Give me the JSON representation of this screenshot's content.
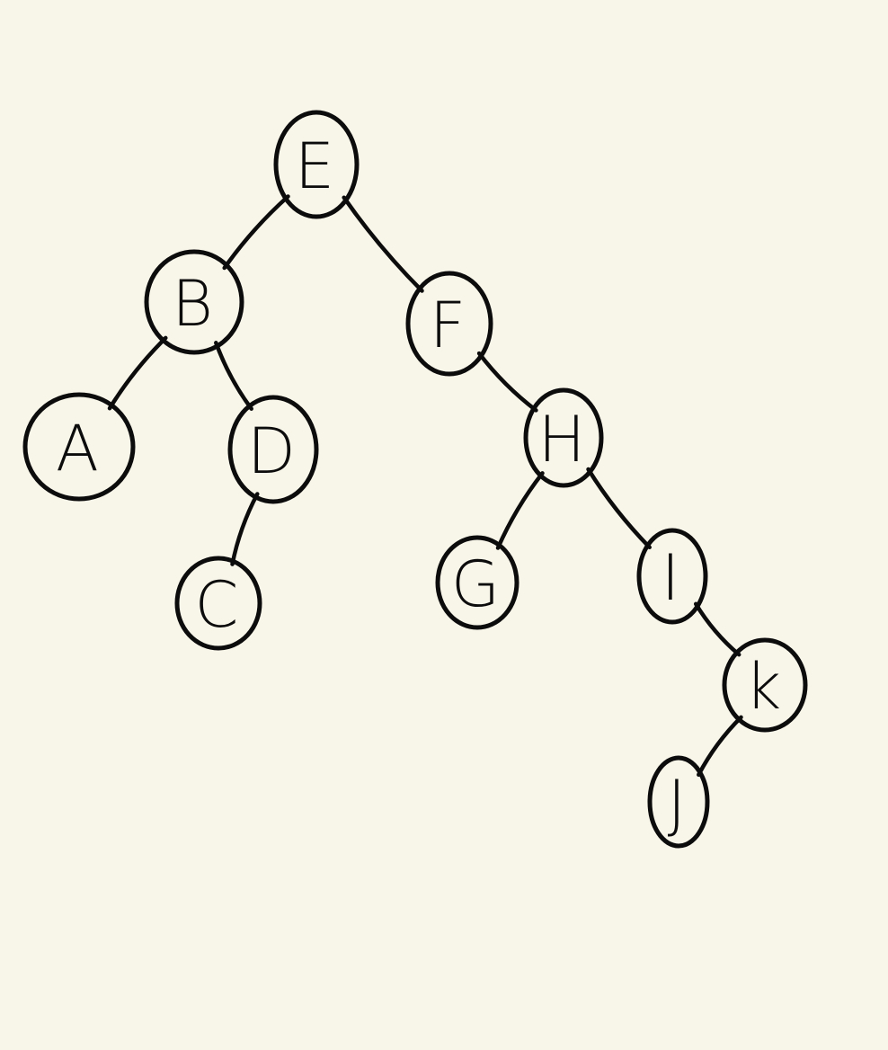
{
  "diagram": {
    "kind": "binary-tree",
    "colors": {
      "background": "#f8f5e9",
      "ink": "#0c0c0c"
    },
    "nodes": [
      {
        "id": "E",
        "label": "E"
      },
      {
        "id": "B",
        "label": "B"
      },
      {
        "id": "F",
        "label": "F"
      },
      {
        "id": "A",
        "label": "A"
      },
      {
        "id": "D",
        "label": "D"
      },
      {
        "id": "C",
        "label": "C"
      },
      {
        "id": "H",
        "label": "H"
      },
      {
        "id": "G",
        "label": "G"
      },
      {
        "id": "I",
        "label": "I"
      },
      {
        "id": "K",
        "label": "k"
      },
      {
        "id": "J",
        "label": "J"
      }
    ],
    "edges": [
      {
        "from": "E",
        "to": "B"
      },
      {
        "from": "E",
        "to": "F"
      },
      {
        "from": "B",
        "to": "A"
      },
      {
        "from": "B",
        "to": "D"
      },
      {
        "from": "D",
        "to": "C"
      },
      {
        "from": "F",
        "to": "H"
      },
      {
        "from": "H",
        "to": "G"
      },
      {
        "from": "H",
        "to": "I"
      },
      {
        "from": "I",
        "to": "K"
      },
      {
        "from": "K",
        "to": "J"
      }
    ]
  }
}
